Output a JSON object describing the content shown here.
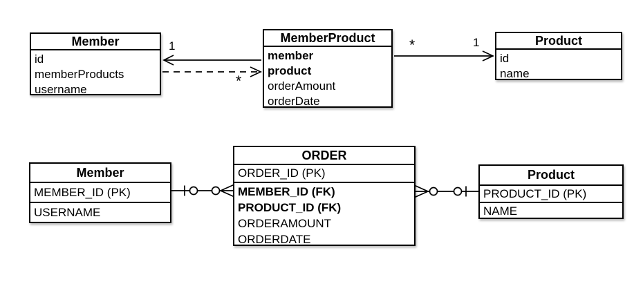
{
  "diagram": {
    "colors": {
      "line": "#000000",
      "background": "#ffffff",
      "box_fill": "#ffffff"
    },
    "uml": {
      "member": {
        "title": "Member",
        "fields": [
          "id",
          "memberProducts",
          "username"
        ]
      },
      "member_product": {
        "title": "MemberProduct",
        "fields": [
          "member",
          "product",
          "orderAmount",
          "orderDate"
        ]
      },
      "product": {
        "title": "Product",
        "fields": [
          "id",
          "name"
        ]
      },
      "multiplicity": {
        "member_end_one": "1",
        "memberproduct_end_many": "*",
        "memberproduct_source_many": "*",
        "product_end_one": "1"
      }
    },
    "er": {
      "member": {
        "title": "Member",
        "rows": [
          "MEMBER_ID (PK)",
          "USERNAME"
        ]
      },
      "order": {
        "title": "ORDER",
        "pk_row": "ORDER_ID (PK)",
        "body_rows": [
          "MEMBER_ID (FK)",
          "PRODUCT_ID (FK)",
          "ORDERAMOUNT",
          "ORDERDATE"
        ]
      },
      "product": {
        "title": "Product",
        "rows": [
          "PRODUCT_ID (PK)",
          "NAME"
        ]
      }
    }
  }
}
